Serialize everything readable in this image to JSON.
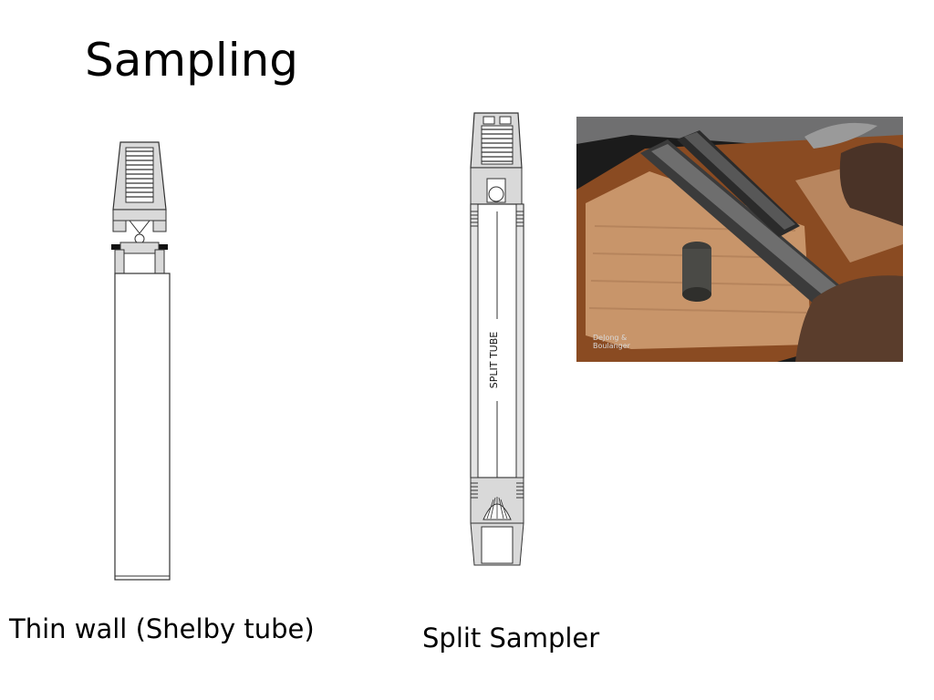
{
  "slide": {
    "title": "Sampling",
    "captions": {
      "shelby": "Thin wall (Shelby tube)",
      "split": "Split Sampler"
    }
  },
  "split_drawing": {
    "tube_label": "SPLIT TUBE"
  },
  "photo": {
    "watermark_line1": "DeJong &",
    "watermark_line2": "Boulanger"
  }
}
